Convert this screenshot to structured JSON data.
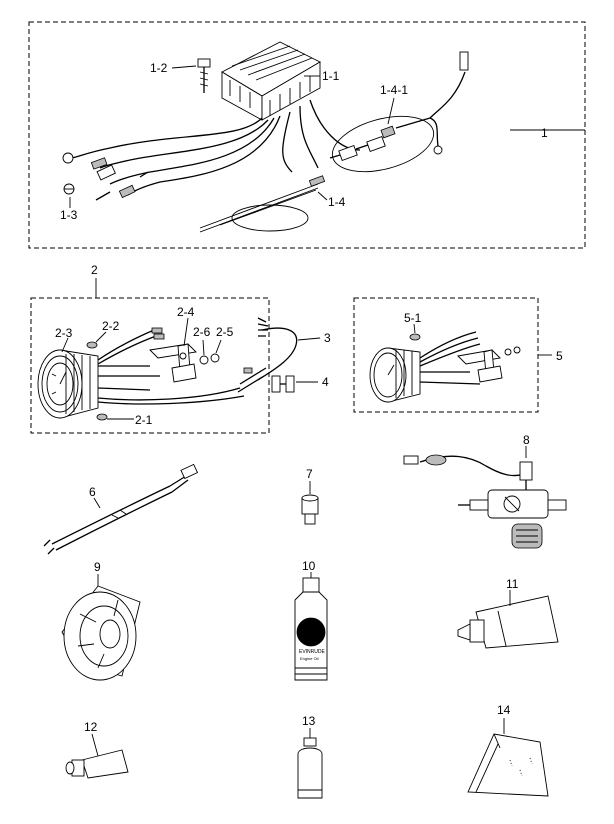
{
  "callouts": {
    "c1": "1",
    "c1_1": "1-1",
    "c1_2": "1-2",
    "c1_3": "1-3",
    "c1_4": "1-4",
    "c1_4_1": "1-4-1",
    "c2": "2",
    "c2_1": "2-1",
    "c2_2": "2-2",
    "c2_3": "2-3",
    "c2_4": "2-4",
    "c2_5": "2-5",
    "c2_6": "2-6",
    "c3": "3",
    "c4": "4",
    "c5": "5",
    "c5_1": "5-1",
    "c6": "6",
    "c7": "7",
    "c8": "8",
    "c9": "9",
    "c10": "10",
    "c11": "11",
    "c12": "12",
    "c13": "13",
    "c14": "14"
  },
  "product_text": {
    "bottle_brand": "EVINRUDE",
    "bottle_sub": "Engine Oil"
  }
}
